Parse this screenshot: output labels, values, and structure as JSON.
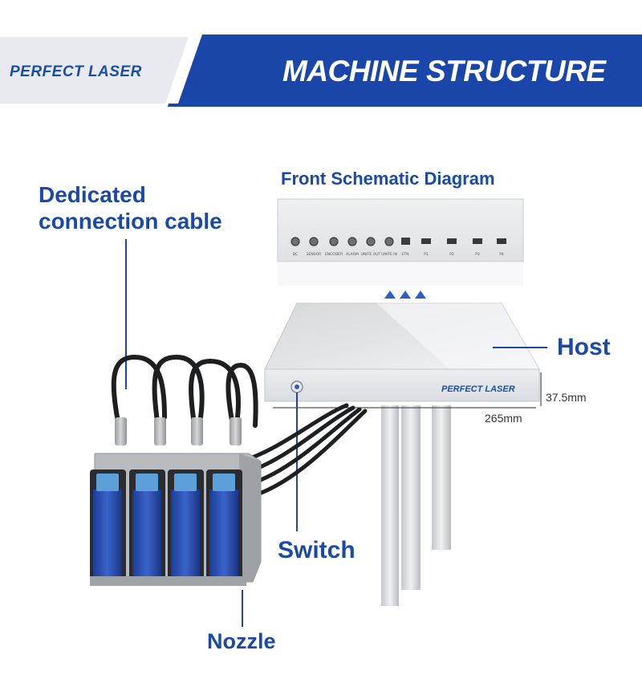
{
  "header": {
    "brand": "PERFECT LASER",
    "title": "MACHINE STRUCTURE",
    "colors": {
      "primary_blue": "#1b46a9",
      "white": "#ffffff",
      "light_band": "#e6e8ee"
    }
  },
  "diagram": {
    "front_schematic_title": "Front Schematic Diagram",
    "front_panel_ports": [
      "DC",
      "SENSOR",
      "ENCODER",
      "ALARM",
      "UNITE OUT",
      "UNITE IN",
      "ETN",
      "P1",
      "P2",
      "P3",
      "P4"
    ],
    "host_brand": "PERFECT LASER",
    "labels": {
      "cable": "Dedicated connection cable",
      "host": "Host",
      "switch": "Switch",
      "nozzle": "Nozzle"
    },
    "dimensions": {
      "height": "37.5mm",
      "width": "265mm"
    },
    "icons": [
      "arrow-up-icon",
      "power-button-icon"
    ]
  }
}
